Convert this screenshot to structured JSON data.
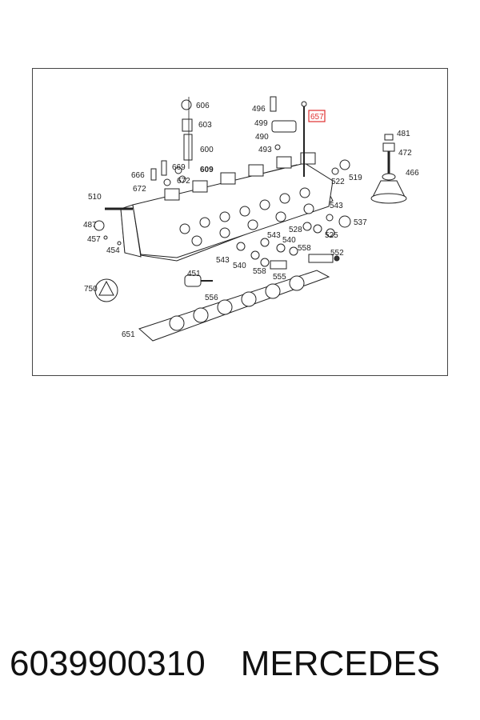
{
  "diagram": {
    "callouts": [
      {
        "id": "606",
        "label": "606"
      },
      {
        "id": "603",
        "label": "603"
      },
      {
        "id": "600",
        "label": "600"
      },
      {
        "id": "669",
        "label": "669"
      },
      {
        "id": "609",
        "label": "609"
      },
      {
        "id": "666",
        "label": "666"
      },
      {
        "id": "672a",
        "label": "672"
      },
      {
        "id": "672b",
        "label": "672"
      },
      {
        "id": "510",
        "label": "510"
      },
      {
        "id": "487",
        "label": "487"
      },
      {
        "id": "457",
        "label": "457"
      },
      {
        "id": "454",
        "label": "454"
      },
      {
        "id": "451",
        "label": "451"
      },
      {
        "id": "750",
        "label": "750"
      },
      {
        "id": "496",
        "label": "496"
      },
      {
        "id": "499",
        "label": "499"
      },
      {
        "id": "490",
        "label": "490"
      },
      {
        "id": "493",
        "label": "493"
      },
      {
        "id": "657",
        "label": "657"
      },
      {
        "id": "481",
        "label": "481"
      },
      {
        "id": "472",
        "label": "472"
      },
      {
        "id": "466",
        "label": "466"
      },
      {
        "id": "522",
        "label": "522"
      },
      {
        "id": "519",
        "label": "519"
      },
      {
        "id": "543a",
        "label": "543"
      },
      {
        "id": "537",
        "label": "537"
      },
      {
        "id": "528",
        "label": "528"
      },
      {
        "id": "525",
        "label": "525"
      },
      {
        "id": "543b",
        "label": "543"
      },
      {
        "id": "540a",
        "label": "540"
      },
      {
        "id": "558a",
        "label": "558"
      },
      {
        "id": "552",
        "label": "552"
      },
      {
        "id": "543c",
        "label": "543"
      },
      {
        "id": "540b",
        "label": "540"
      },
      {
        "id": "558b",
        "label": "558"
      },
      {
        "id": "555",
        "label": "555"
      },
      {
        "id": "556",
        "label": "556"
      },
      {
        "id": "651",
        "label": "651"
      }
    ],
    "highlighted": "657",
    "highlight_color": "#e03030"
  },
  "caption": {
    "part_number": "6039900310",
    "brand": "MERCEDES"
  }
}
